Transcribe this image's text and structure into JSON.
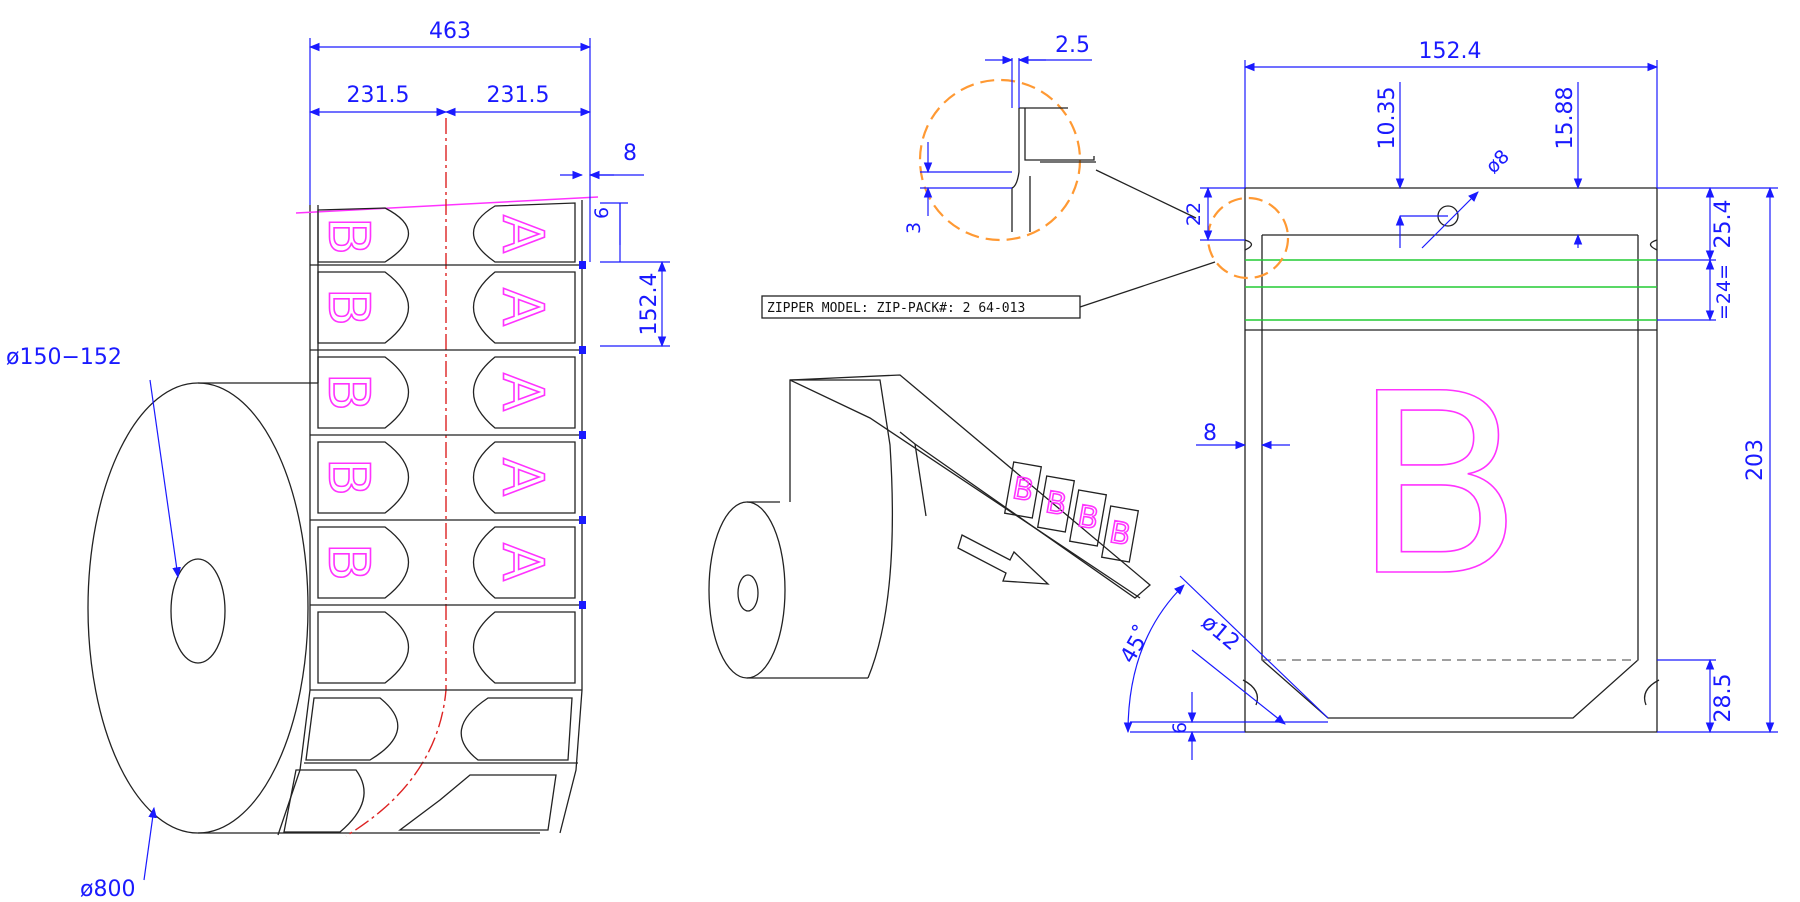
{
  "roll": {
    "total_width": "463",
    "half_left": "231.5",
    "half_right": "231.5",
    "gap": "8",
    "offset": "6",
    "repeat": "152.4",
    "core_diameter": "ø150−152",
    "outer_diameter": "ø800",
    "lane_left_letter": "B",
    "lane_right_letter": "A"
  },
  "detail": {
    "top_dim": "2.5",
    "side_dim": "3"
  },
  "zipper_note": "ZIPPER MODEL: ZIP-PACK#: 2 64-013",
  "bag": {
    "width": "152.4",
    "hole_offset": "10.35",
    "zipper_offset": "15.88",
    "hole_diameter": "ø8",
    "notch_dim": "22",
    "top_seal": "25.4",
    "zipper_band": "=24=",
    "side_seal": "8",
    "height": "203",
    "angle": "45˚",
    "bottom_hole": "ø12",
    "bottom_offset": "6",
    "bottom_gusset": "28.5",
    "letter": "B"
  },
  "mini_bag_letter": "B",
  "colors": {
    "dimension": "#1a1aff",
    "print": "#ff33ff",
    "zipper": "#22cc33",
    "detail_circle": "#ff9933",
    "centerline": "#dd2222"
  }
}
